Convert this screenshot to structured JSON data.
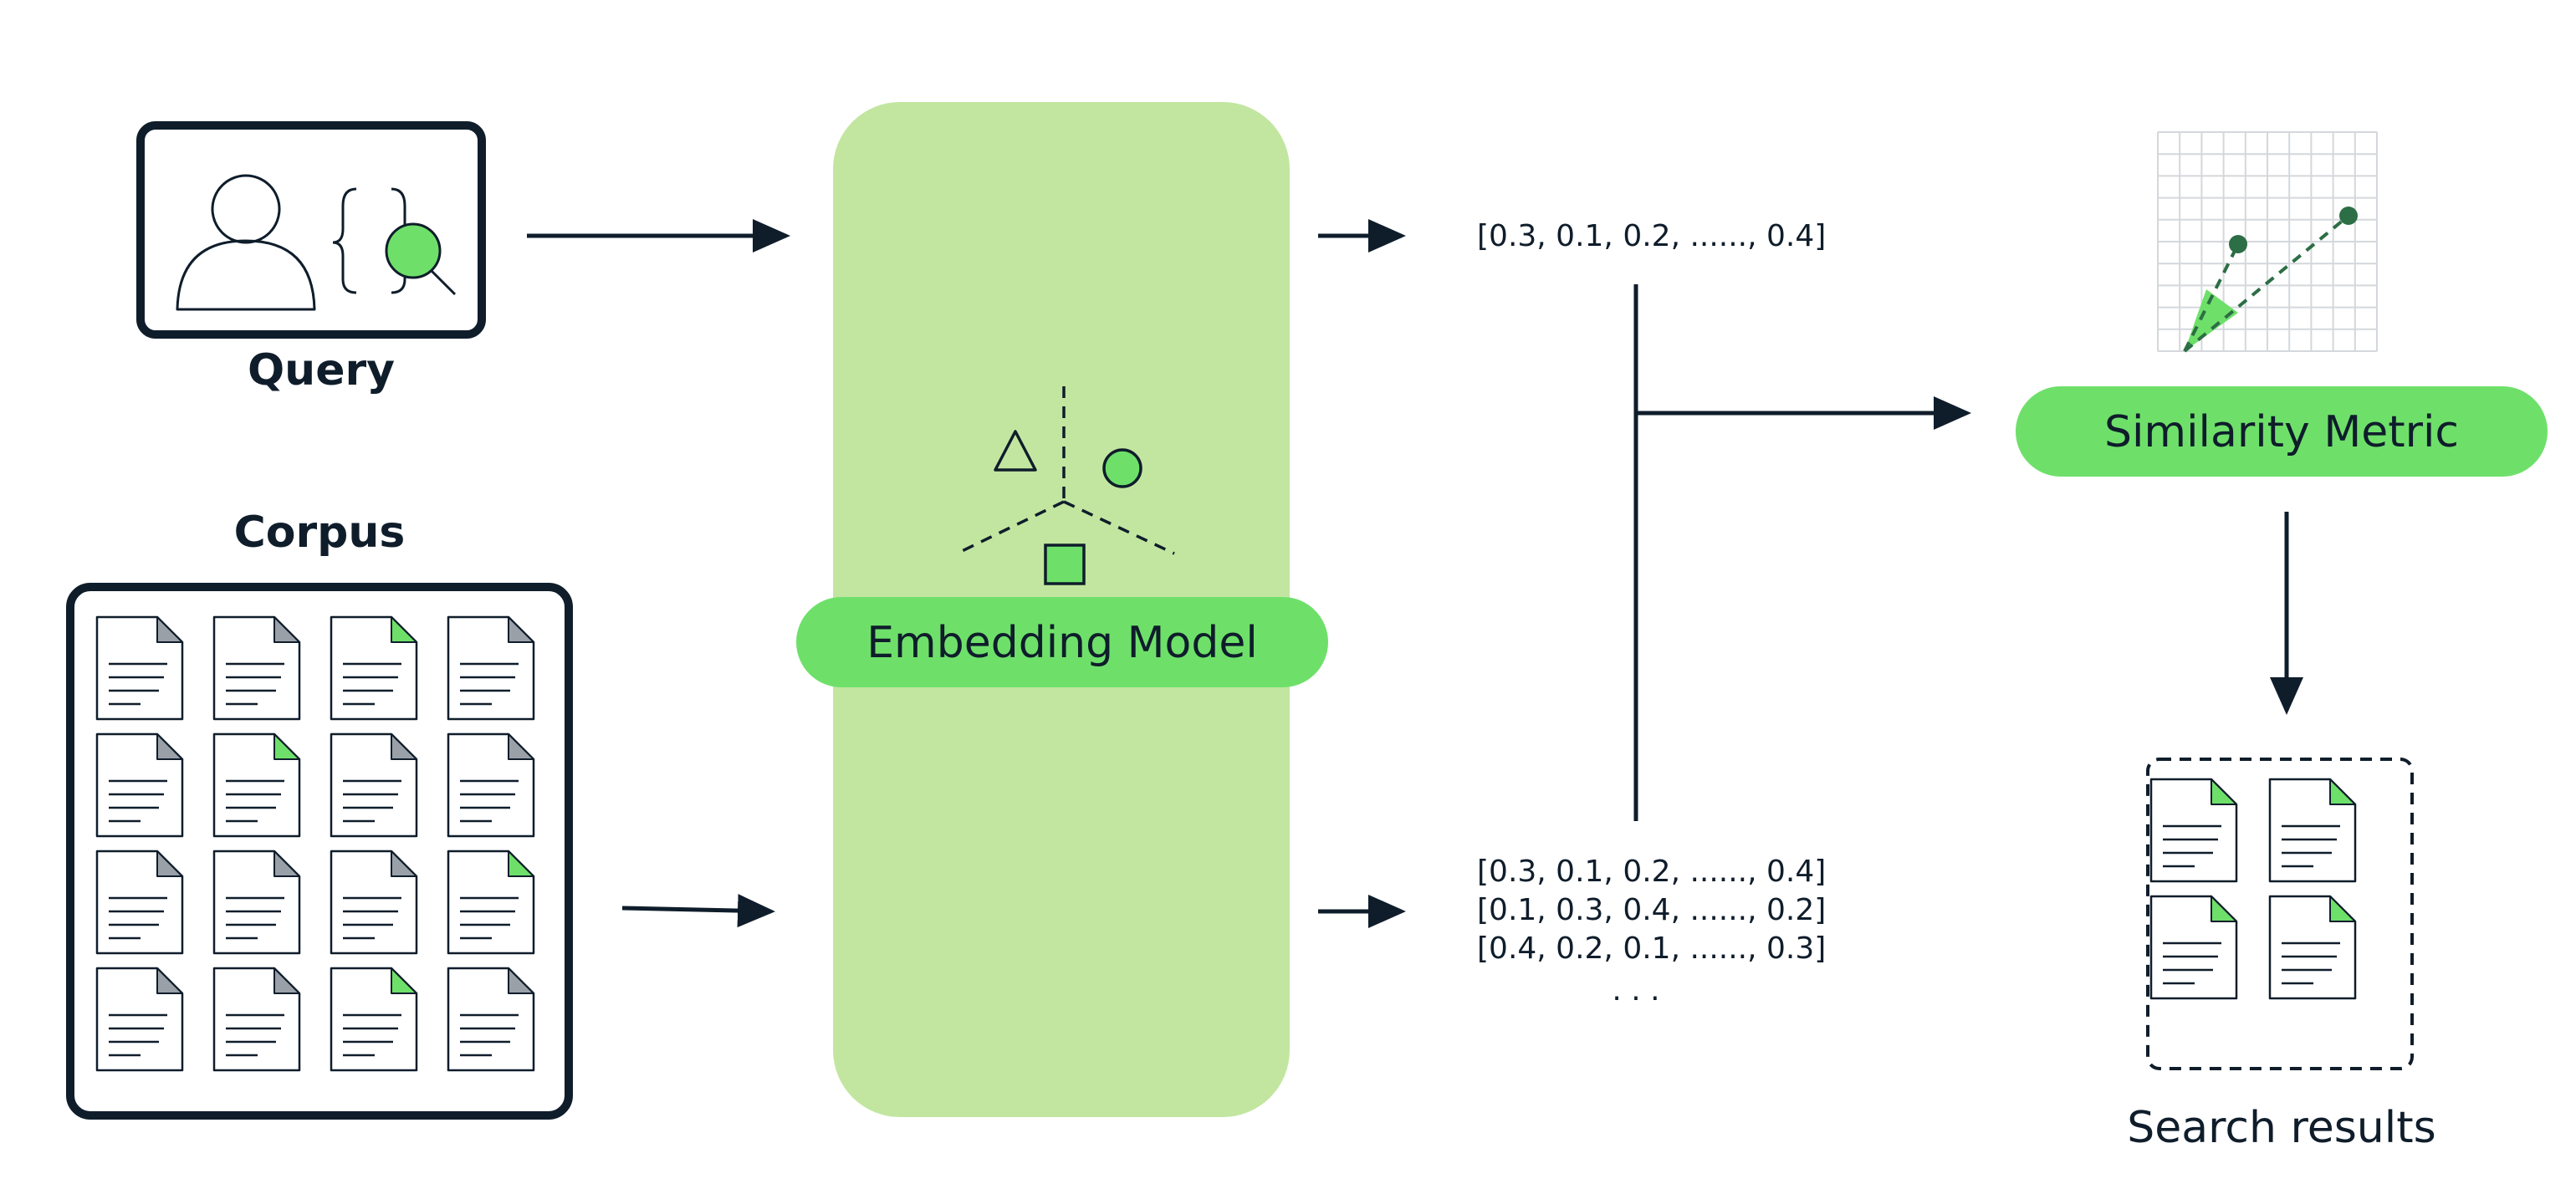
{
  "labels": {
    "query": "Query",
    "corpus": "Corpus",
    "embedding_model": "Embedding Model",
    "similarity_metric": "Similarity Metric",
    "search_results": "Search results"
  },
  "vectors": {
    "query_vector": "[0.3, 0.1, 0.2, ......, 0.4]",
    "corpus_vectors": [
      "[0.3, 0.1, 0.2, ......, 0.4]",
      "[0.1, 0.3, 0.4, ......, 0.2]",
      "[0.4, 0.2, 0.1, ......, 0.3]"
    ],
    "ellipsis": ". . ."
  },
  "corpus_grid": {
    "rows": 4,
    "cols": 4,
    "highlighted": [
      [
        0,
        2
      ],
      [
        1,
        1
      ],
      [
        2,
        3
      ],
      [
        3,
        2
      ]
    ]
  },
  "results_grid": {
    "rows": 2,
    "cols": 2,
    "highlighted": [
      [
        0,
        0
      ],
      [
        0,
        1
      ],
      [
        1,
        0
      ],
      [
        1,
        1
      ]
    ]
  },
  "icons": {
    "query": "person-search-icon",
    "corpus_document": "document-icon",
    "embedding": "embedding-space-icon",
    "similarity": "cosine-similarity-icon"
  },
  "colors": {
    "ink": "#0f1d2b",
    "accent_green": "#6ee06a",
    "embedding_panel": "#c2e6a0",
    "doc_corner_gray": "#9aa0a8",
    "grid_line": "#d4d7db"
  }
}
